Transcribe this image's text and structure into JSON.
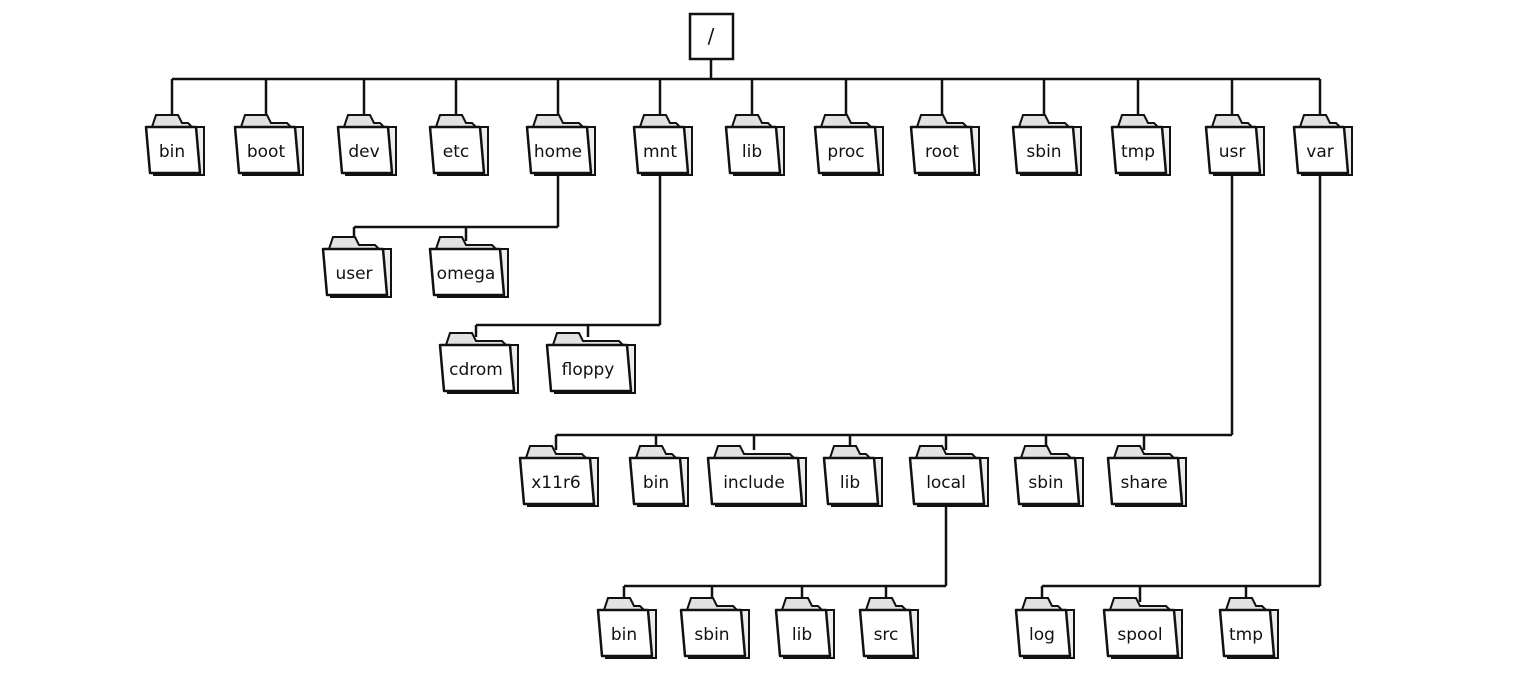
{
  "root": {
    "label": "/"
  },
  "groups": [
    {
      "parent": "root",
      "children": [
        {
          "id": "bin",
          "label": "bin"
        },
        {
          "id": "boot",
          "label": "boot"
        },
        {
          "id": "dev",
          "label": "dev"
        },
        {
          "id": "etc",
          "label": "etc"
        },
        {
          "id": "home",
          "label": "home"
        },
        {
          "id": "mnt",
          "label": "mnt"
        },
        {
          "id": "lib",
          "label": "lib"
        },
        {
          "id": "proc",
          "label": "proc"
        },
        {
          "id": "root_dir",
          "label": "root"
        },
        {
          "id": "sbin",
          "label": "sbin"
        },
        {
          "id": "tmp",
          "label": "tmp"
        },
        {
          "id": "usr",
          "label": "usr"
        },
        {
          "id": "var",
          "label": "var"
        }
      ]
    },
    {
      "parent": "home",
      "children": [
        {
          "id": "home_user",
          "label": "user"
        },
        {
          "id": "home_omega",
          "label": "omega"
        }
      ]
    },
    {
      "parent": "mnt",
      "children": [
        {
          "id": "mnt_cdrom",
          "label": "cdrom"
        },
        {
          "id": "mnt_floppy",
          "label": "floppy"
        }
      ]
    },
    {
      "parent": "usr",
      "children": [
        {
          "id": "usr_x11r6",
          "label": "x11r6"
        },
        {
          "id": "usr_bin",
          "label": "bin"
        },
        {
          "id": "usr_include",
          "label": "include"
        },
        {
          "id": "usr_lib",
          "label": "lib"
        },
        {
          "id": "usr_local",
          "label": "local"
        },
        {
          "id": "usr_sbin",
          "label": "sbin"
        },
        {
          "id": "usr_share",
          "label": "share"
        }
      ]
    },
    {
      "parent": "usr_local",
      "children": [
        {
          "id": "local_bin",
          "label": "bin"
        },
        {
          "id": "local_sbin",
          "label": "sbin"
        },
        {
          "id": "local_lib",
          "label": "lib"
        },
        {
          "id": "local_src",
          "label": "src"
        }
      ]
    },
    {
      "parent": "var",
      "children": [
        {
          "id": "var_log",
          "label": "log"
        },
        {
          "id": "var_spool",
          "label": "spool"
        },
        {
          "id": "var_tmp",
          "label": "tmp"
        }
      ]
    }
  ]
}
